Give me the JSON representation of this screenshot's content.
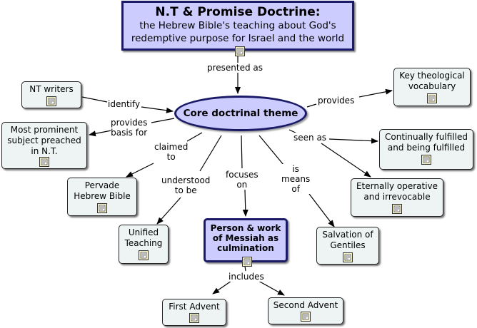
{
  "title": {
    "line1": "N.T & Promise Doctrine:",
    "line2": "the Hebrew Bible's teaching about God's",
    "line3": "redemptive purpose for Israel and the world"
  },
  "core": "Core doctrinal theme",
  "messiah": {
    "l1": "Person & work",
    "l2": "of Messiah as",
    "l3": "culmination"
  },
  "concepts": {
    "nt_writers": "NT writers",
    "most_prominent": {
      "l1": "Most prominent",
      "l2": "subject preached",
      "l3": "in N.T."
    },
    "pervade": {
      "l1": "Pervade",
      "l2": "Hebrew Bible"
    },
    "unified": {
      "l1": "Unified",
      "l2": "Teaching"
    },
    "vocab": {
      "l1": "Key theological",
      "l2": "vocabulary"
    },
    "fulfilled": {
      "l1": "Continually fulfilled",
      "l2": "and being fulfilled"
    },
    "eternal": {
      "l1": "Eternally operative",
      "l2": "and irrevocable"
    },
    "gentiles": {
      "l1": "Salvation of",
      "l2": "Gentiles"
    },
    "first_advent": "First Advent",
    "second_advent": "Second Advent"
  },
  "links": {
    "presented_as": "presented as",
    "identify": "identify",
    "provides_basis": {
      "l1": "provides",
      "l2": "basis for"
    },
    "claimed_to": {
      "l1": "claimed",
      "l2": "to"
    },
    "understood": {
      "l1": "understood",
      "l2": "to be"
    },
    "focuses_on": {
      "l1": "focuses",
      "l2": "on"
    },
    "is_means": {
      "l1": "is",
      "l2": "means",
      "l3": "of"
    },
    "seen_as": "seen as",
    "provides": "provides",
    "includes": "includes"
  },
  "icons": {
    "resource": "document-icon"
  },
  "colors": {
    "concept_fill": "#eef4f4",
    "highlight_fill": "#ccccff",
    "highlight_border": "#1a1a66"
  }
}
